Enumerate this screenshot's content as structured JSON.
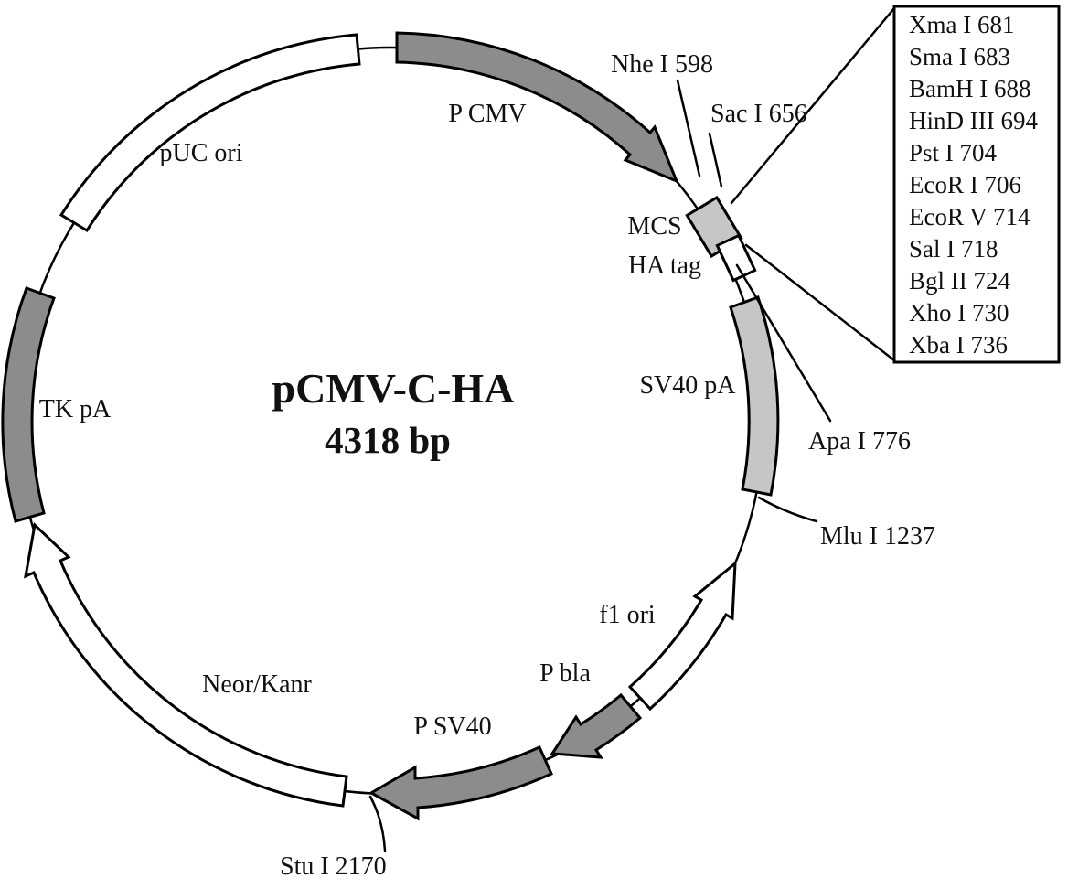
{
  "figure": {
    "title": "pCMV-C-HA",
    "size_label": "4318 bp",
    "features": {
      "p_cmv": "P CMV",
      "puc_ori": "pUC ori",
      "tk_pa": "TK pA",
      "neor_kanr": "Neor/Kanr",
      "p_sv40": "P SV40",
      "p_bla": "P bla",
      "f1_ori": "f1 ori",
      "sv40_pa": "SV40 pA",
      "mcs": "MCS",
      "ha_tag": "HA tag"
    },
    "restriction_sites": {
      "nhe": "Nhe I 598",
      "sac": "Sac I 656",
      "apa": "Apa I 776",
      "mlu": "Mlu I 1237",
      "stu": "Stu I 2170"
    },
    "mcs_callout": {
      "sites": [
        "Xma I 681",
        "Sma I 683",
        "BamH I 688",
        "HinD III 694",
        "Pst I 704",
        "EcoR I 706",
        "EcoR V 714",
        "Sal I 718",
        "Bgl II 724",
        "Xho I 730",
        "Xba I 736"
      ]
    },
    "colors": {
      "feature_dark": "#8c8c8c",
      "feature_light": "#c6c6c6",
      "feature_white": "#ffffff",
      "outline": "#000000",
      "background": "#ffffff"
    }
  }
}
